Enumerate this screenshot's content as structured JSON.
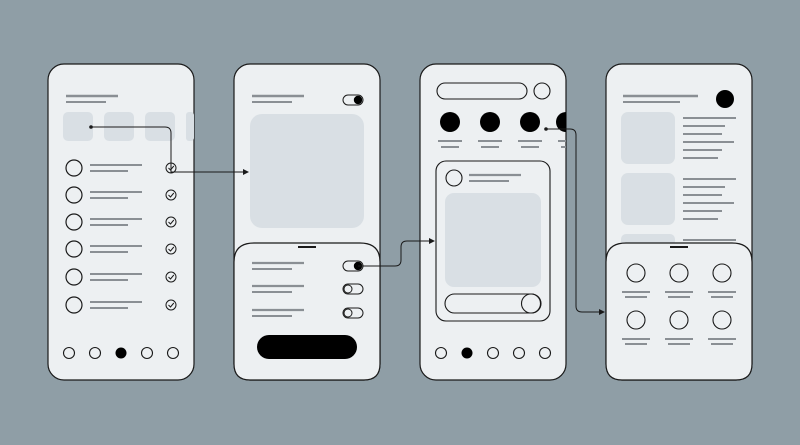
{
  "colors": {
    "background": "#8f9ea6",
    "screen_fill": "#edf0f2",
    "placeholder_fill": "#d9dfe4",
    "line_gray": "#8a8f94",
    "stroke": "#1a1a1a",
    "accent_dark": "#000000"
  },
  "screens": [
    {
      "id": "list-screen",
      "list_rows": 6,
      "row_trailing_icon": "check-circle-icon",
      "thumbnail_count": 4,
      "bottom_nav_dots": 5,
      "bottom_nav_active_index": 2
    },
    {
      "id": "media-settings-screen",
      "header_toggle": "on",
      "sheet_toggles": [
        "on",
        "off",
        "off"
      ],
      "primary_button": "filled-pill"
    },
    {
      "id": "stories-feed-screen",
      "search_bar": true,
      "story_avatars": 4,
      "post_card": true,
      "bottom_nav_dots": 5,
      "bottom_nav_active_index": 1
    },
    {
      "id": "article-grid-screen",
      "profile_avatar": true,
      "article_rows": 3,
      "sheet_grid": [
        3,
        2
      ]
    }
  ],
  "flow_connectors": [
    "list-row-check-to-media-card",
    "sheet-toggle-to-post-card",
    "story-avatar-to-icon-sheet"
  ]
}
